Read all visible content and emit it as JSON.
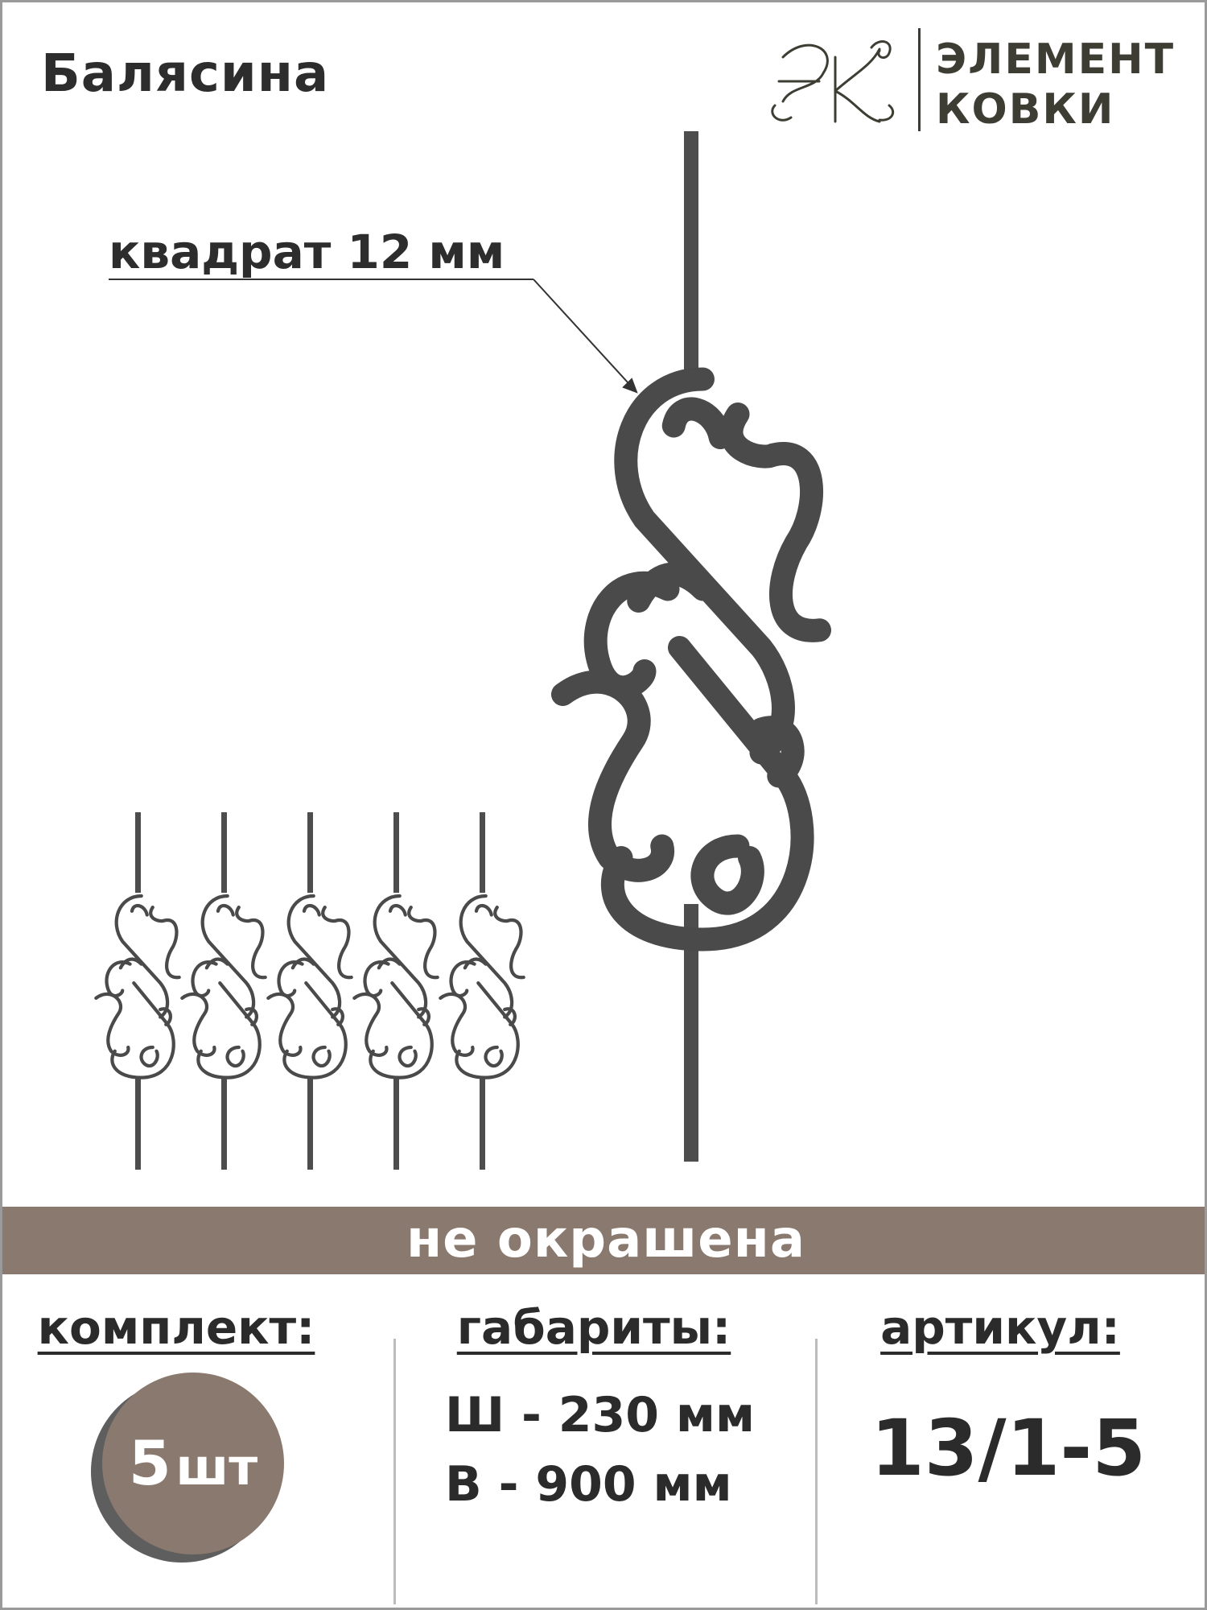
{
  "product": {
    "title": "Балясина",
    "callout": "квадрат 12 мм",
    "finish_note": "не окрашена"
  },
  "brand": {
    "name_line1": "ЭЛЕМЕНТ",
    "name_line2": "КОВКИ",
    "monogram": "ЭК"
  },
  "specs": {
    "set_label": "комплект:",
    "set_count": "5",
    "set_unit": "шт",
    "dims_label": "габариты:",
    "width": "Ш - 230 мм",
    "height": "В - 900 мм",
    "sku_label": "артикул:",
    "sku": "13/1-5"
  },
  "colors": {
    "accent": "#8a796e",
    "metal": "#4a4a4a",
    "text": "#2b2b2b"
  },
  "icons": {
    "set_preview": "five-balusters-icon"
  }
}
